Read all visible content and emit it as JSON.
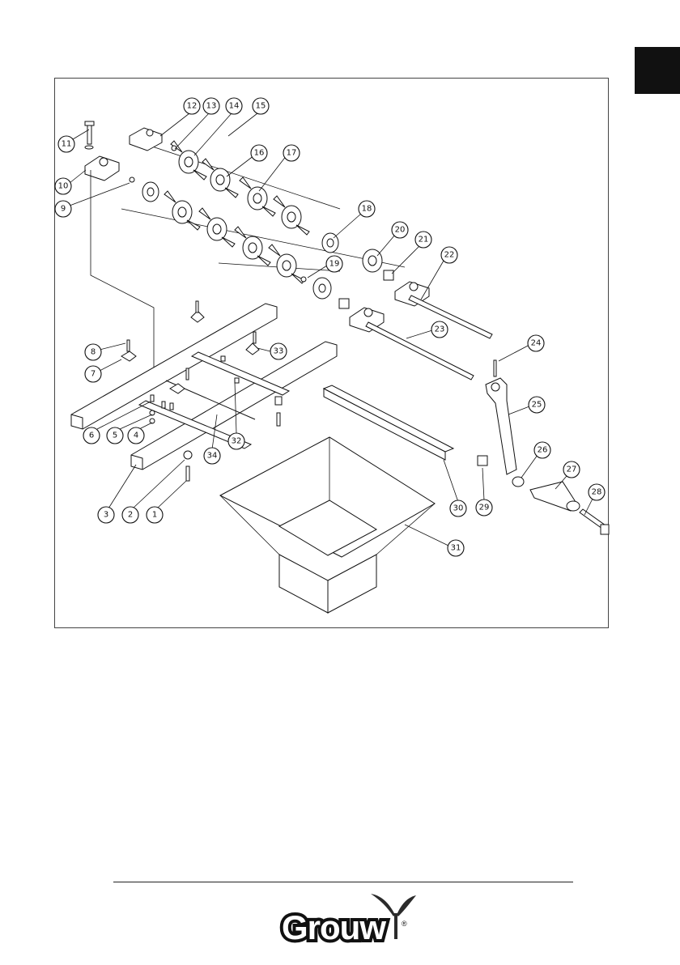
{
  "brand": {
    "logo_text": "Grouw",
    "registered_mark": "®"
  },
  "colors": {
    "ink": "#111111",
    "paper": "#ffffff",
    "logo_leaf": "#2b2b2b"
  },
  "diagram": {
    "callouts": [
      "1",
      "2",
      "3",
      "4",
      "5",
      "6",
      "7",
      "8",
      "9",
      "10",
      "11",
      "12",
      "13",
      "14",
      "15",
      "16",
      "17",
      "18",
      "19",
      "20",
      "21",
      "22",
      "23",
      "24",
      "25",
      "26",
      "27",
      "28",
      "29",
      "30",
      "31",
      "32",
      "33",
      "34"
    ]
  }
}
